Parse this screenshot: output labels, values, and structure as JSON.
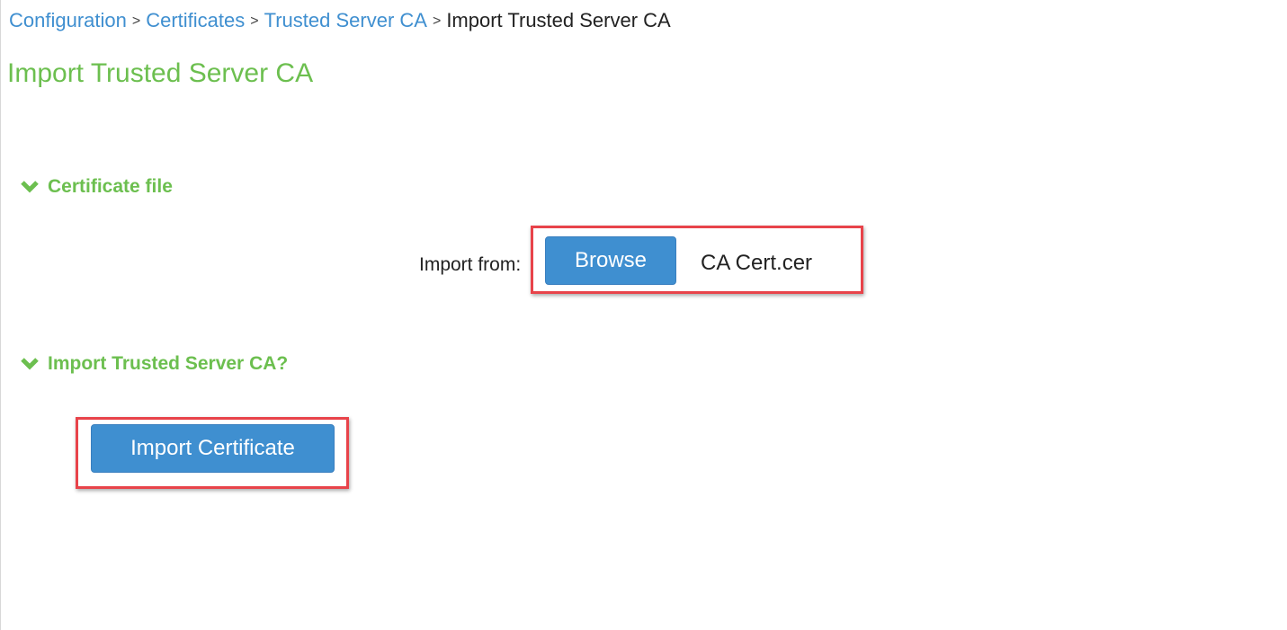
{
  "breadcrumb": {
    "items": [
      {
        "label": "Configuration"
      },
      {
        "label": "Certificates"
      },
      {
        "label": "Trusted Server CA"
      }
    ],
    "separator": ">",
    "current": "Import Trusted Server CA"
  },
  "page": {
    "title": "Import Trusted Server CA"
  },
  "sections": {
    "certificate_file": {
      "header": "Certificate file",
      "import_from_label": "Import from:",
      "browse_label": "Browse",
      "file_name": "CA Cert.cer"
    },
    "import_ca": {
      "header": "Import Trusted Server CA?",
      "import_button_label": "Import Certificate"
    }
  },
  "colors": {
    "link": "#3f8fd0",
    "accent_green": "#6cbf4f",
    "button_blue": "#3f8fd0",
    "highlight_red": "#e8434a"
  },
  "icons": {
    "section_toggle": "chevron-down-icon"
  }
}
